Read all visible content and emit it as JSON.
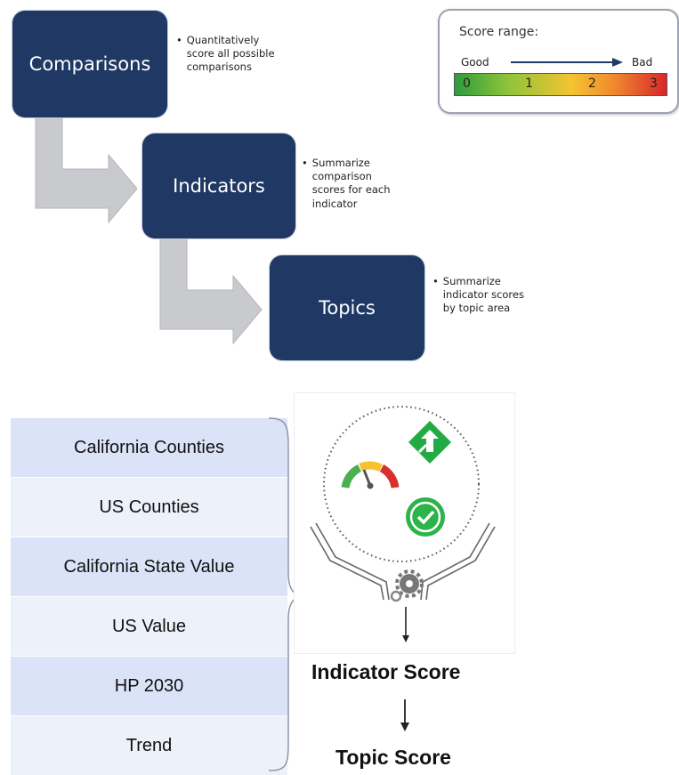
{
  "steps": [
    {
      "label": "Comparisons",
      "note": "Quantitatively score all possible comparisons"
    },
    {
      "label": "Indicators",
      "note": "Summarize comparison scores for each indicator"
    },
    {
      "label": "Topics",
      "note": "Summarize indicator scores by topic area"
    }
  ],
  "legend": {
    "title": "Score range:",
    "good": "Good",
    "bad": "Bad",
    "ticks": [
      "0",
      "1",
      "2",
      "3"
    ],
    "gradient_colors": [
      "#2e9c3c",
      "#8dc43a",
      "#f4c430",
      "#ef8a2e",
      "#d9262b"
    ]
  },
  "comparisons": [
    "California Counties",
    "US Counties",
    "California State Value",
    "US Value",
    "HP 2030",
    "Trend"
  ],
  "results": {
    "indicator_score": "Indicator Score",
    "topic_score": "Topic Score"
  },
  "colors": {
    "step_fill": "#1f3864",
    "row_dark": "#dae3f7",
    "row_light": "#edf1fa",
    "arrow_gray": "#c8cacd"
  },
  "icons": [
    "gauge-icon",
    "direction-sign-icon",
    "checkmark-circle-icon",
    "gears-icon",
    "funnel-icon"
  ]
}
